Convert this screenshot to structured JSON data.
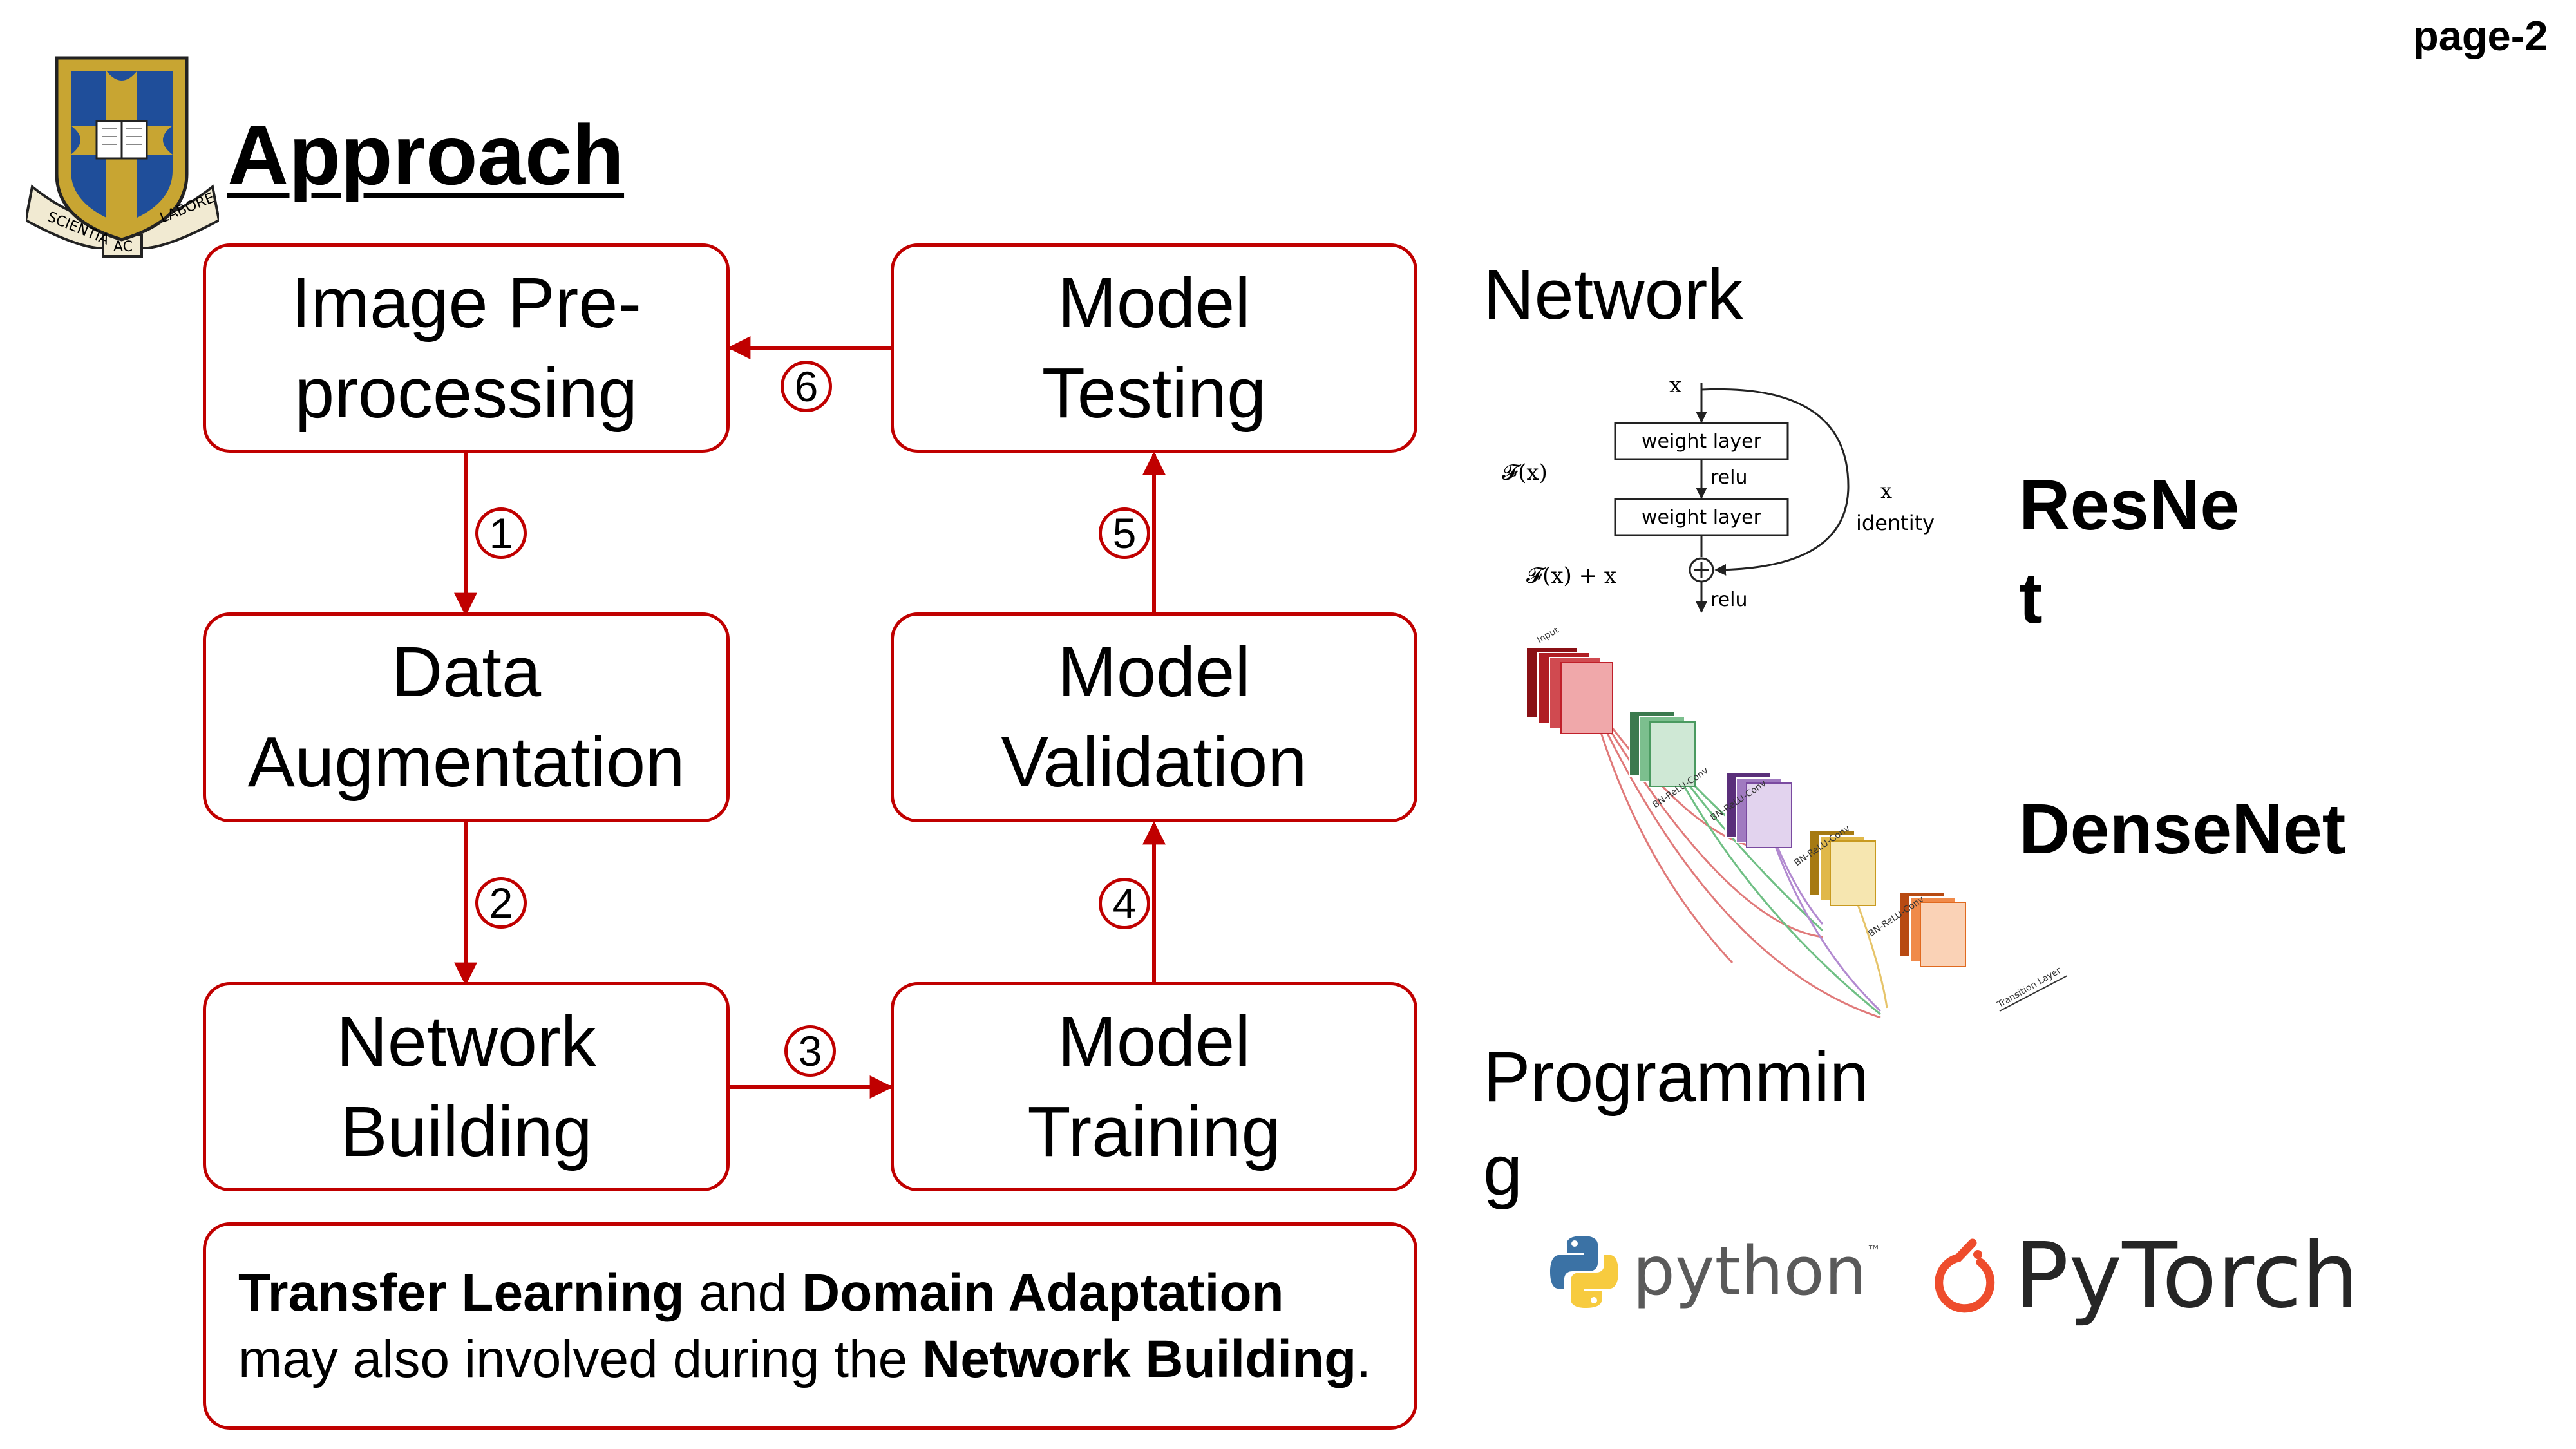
{
  "page_label": "page-2",
  "title": "Approach",
  "logo": {
    "icon": "university-crest-icon",
    "motto_left": "SCIENTIA",
    "motto_right": "LABORE",
    "motto_bottom": "AC",
    "colors": {
      "shield": "#1f4e9a",
      "gold": "#c8a532"
    }
  },
  "accent_color": "#c00000",
  "boxes": {
    "preprocessing": "Image Pre-\nprocessing",
    "testing": "Model\nTesting",
    "augmentation": "Data\nAugmentation",
    "validation": "Model\nValidation",
    "building": "Network\nBuilding",
    "training": "Model\nTraining"
  },
  "steps": [
    "1",
    "2",
    "3",
    "4",
    "5",
    "6"
  ],
  "note": {
    "p1": "Transfer Learning",
    "p2": " and ",
    "p3": "Domain Adaptation",
    "p4": "may also involved during the ",
    "p5": "Network Building",
    "p6": "."
  },
  "network": {
    "heading": "Network",
    "resnet_label": "ResNe\nt",
    "densenet_label": "DenseNet",
    "resnet_figure": {
      "x": "x",
      "weight_layer": "weight layer",
      "relu": "relu",
      "fx": "𝓕(x)",
      "fx_plus_x": "𝓕(x) + x",
      "identity": "identity"
    },
    "densenet_figure": {
      "input": "Input",
      "bn_relu_conv": "BN-ReLU-Conv",
      "transition_layer": "Transition Layer",
      "colors": [
        "#c0202a",
        "#4a9a60",
        "#7a4aa0",
        "#c89a20",
        "#e06a20"
      ]
    }
  },
  "programming": {
    "heading": "Programmin\ng",
    "python_label": "python",
    "python_tm": "™",
    "pytorch_label": "PyTorch",
    "python_colors": [
      "#3b72a5",
      "#f7cb3f"
    ],
    "pytorch_color": "#ee4c2c"
  }
}
